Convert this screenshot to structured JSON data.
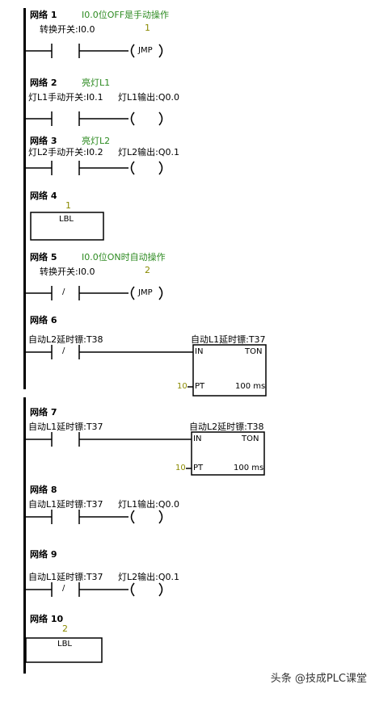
{
  "networks": [
    {
      "title": "网络 1",
      "comment": "I0.0位OFF是手动操作",
      "contact_label": "转换开关:I0.0",
      "coil_number": "1",
      "coil_text": "JMP"
    },
    {
      "title": "网络 2",
      "comment": "亮灯L1",
      "contact_label": "灯L1手动开关:I0.1",
      "coil_label": "灯L1输出:Q0.0"
    },
    {
      "title": "网络 3",
      "comment": "亮灯L2",
      "contact_label": "灯L2手动开关:I0.2",
      "coil_label": "灯L2输出:Q0.1"
    },
    {
      "title": "网络 4",
      "box_number": "1",
      "box_text": "LBL"
    },
    {
      "title": "网络 5",
      "comment": "I0.0位ON时自动操作",
      "contact_label": "转换开关:I0.0",
      "contact_symbol": "/",
      "coil_number": "2",
      "coil_text": "JMP"
    },
    {
      "title": "网络 6",
      "contact_label": "自动L2延时镖:T38",
      "contact_symbol": "/",
      "timer_label": "自动L1延时镖:T37",
      "in": "IN",
      "ton": "TON",
      "pt_value": "10",
      "pt": "PT",
      "ms": "100 ms"
    },
    {
      "title": "网络 7",
      "contact_label": "自动L1延时镖:T37",
      "timer_label": "自动L2延时镖:T38",
      "in": "IN",
      "ton": "TON",
      "pt_value": "10",
      "pt": "PT",
      "ms": "100 ms"
    },
    {
      "title": "网络 8",
      "contact_label": "自动L1延时镖:T37",
      "coil_label": "灯L1输出:Q0.0"
    },
    {
      "title": "网络 9",
      "contact_label": "自动L1延时镖:T37",
      "contact_symbol": "/",
      "coil_label": "灯L2输出:Q0.1"
    },
    {
      "title": "网络 10",
      "box_number": "2",
      "box_text": "LBL"
    }
  ],
  "watermark": "头条 @技成PLC课堂"
}
